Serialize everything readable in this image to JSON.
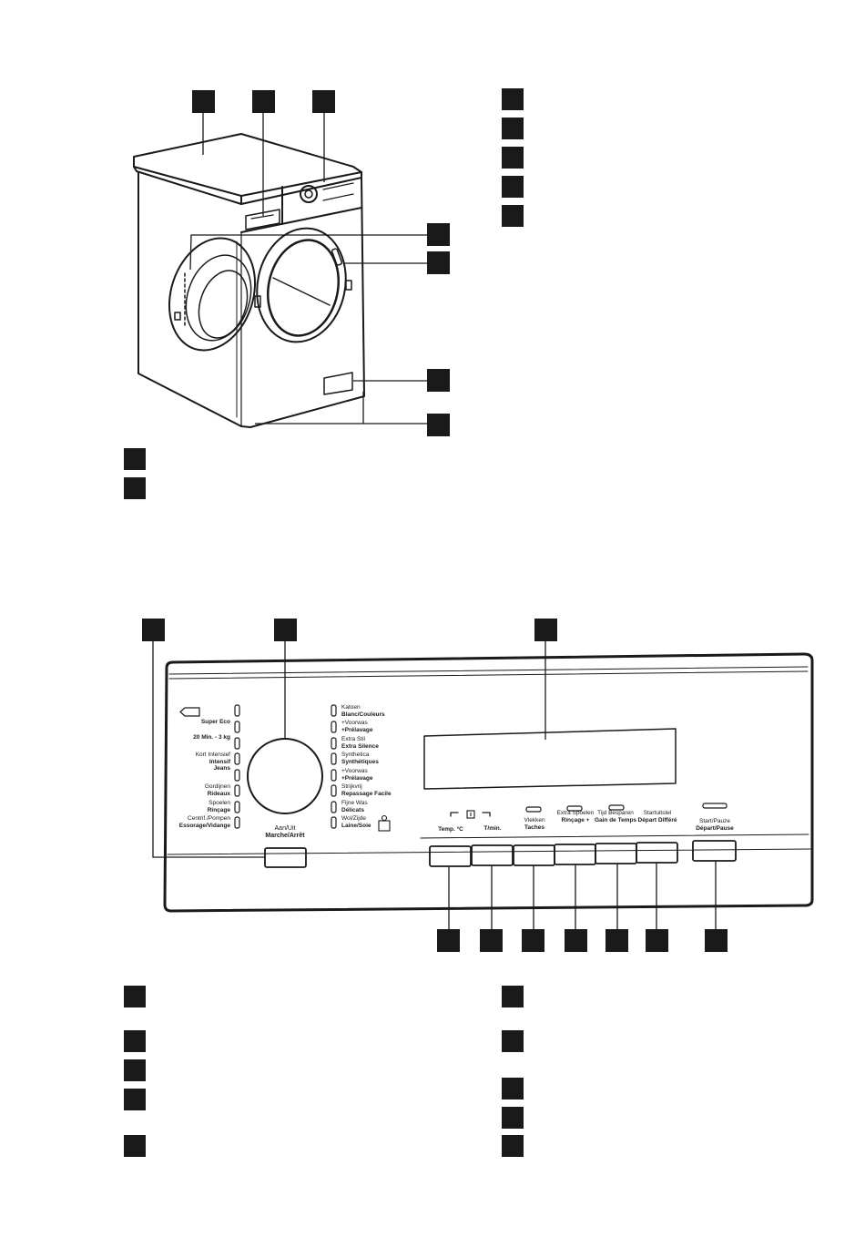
{
  "program_left": [
    {
      "top": "",
      "bottom": "Super Eco"
    },
    {
      "top": "",
      "bottom": "20 Min. - 3 kg"
    },
    {
      "top": "Kort Intensief",
      "bottom": "Intensif"
    },
    {
      "top": "",
      "bottom": "Jeans"
    },
    {
      "top": "Gordijnen",
      "bottom": "Rideaux"
    },
    {
      "top": "Spoelen",
      "bottom": "Rinçage"
    },
    {
      "top": "Centrif./Pompen",
      "bottom": "Essorage/Vidange"
    }
  ],
  "program_right": [
    {
      "top": "Katoen",
      "bottom": "Blanc/Couleurs"
    },
    {
      "top": "+Voorwas",
      "bottom": "+Prélavage"
    },
    {
      "top": "Extra Stil",
      "bottom": "Extra Silence"
    },
    {
      "top": "Synthetica",
      "bottom": "Synthétiques"
    },
    {
      "top": "+Voorwas",
      "bottom": "+Prélavage"
    },
    {
      "top": "Strijkvrij",
      "bottom": "Repassage Facile"
    },
    {
      "top": "Fijne Was",
      "bottom": "Délicats"
    },
    {
      "top": "Wol/Zijde",
      "bottom": "Laine/Soie"
    }
  ],
  "power": {
    "top": "Aan/Uit",
    "bottom": "Marche/Arrêt"
  },
  "buttons": [
    {
      "top": "",
      "bottom": "Temp. °C"
    },
    {
      "top": "",
      "bottom": "T/min."
    },
    {
      "top": "Vlekken",
      "bottom": "Taches"
    },
    {
      "top": "Extra Spoelen",
      "bottom": "Rinçage +"
    },
    {
      "top": "Tijd Besparen",
      "bottom": "Gain de Temps"
    },
    {
      "top": "Startuitstel",
      "bottom": "Départ Différé"
    },
    {
      "top": "Start/Pauze",
      "bottom": "Départ/Pause"
    }
  ],
  "icons": [
    "door-icon",
    "lock-icon",
    "wool-icon"
  ]
}
